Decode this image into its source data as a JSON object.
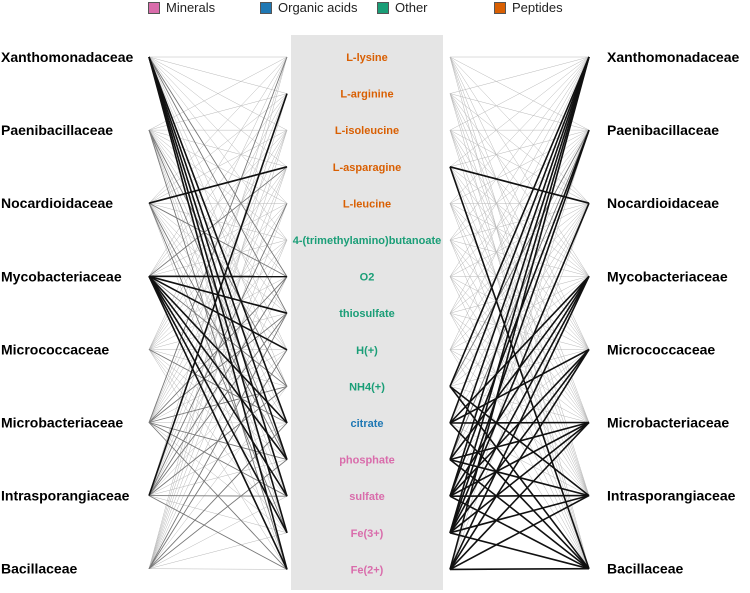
{
  "legend": [
    {
      "label": "Minerals",
      "color": "#d96cab"
    },
    {
      "label": "Organic acids",
      "color": "#1f78b4"
    },
    {
      "label": "Other",
      "color": "#1a9e77"
    },
    {
      "label": "Peptides",
      "color": "#d95f02"
    }
  ],
  "families": [
    "Xanthomonadaceae",
    "Paenibacillaceae",
    "Nocardioidaceae",
    "Mycobacteriaceae",
    "Micrococcaceae",
    "Microbacteriaceae",
    "Intrasporangiaceae",
    "Bacillaceae"
  ],
  "metabolites": [
    {
      "name": "L-lysine",
      "category": "Peptides"
    },
    {
      "name": "L-arginine",
      "category": "Peptides"
    },
    {
      "name": "L-isoleucine",
      "category": "Peptides"
    },
    {
      "name": "L-asparagine",
      "category": "Peptides"
    },
    {
      "name": "L-leucine",
      "category": "Peptides"
    },
    {
      "name": "4-(trimethylamino)butanoate",
      "category": "Other"
    },
    {
      "name": "O2",
      "category": "Other"
    },
    {
      "name": "thiosulfate",
      "category": "Other"
    },
    {
      "name": "H(+)",
      "category": "Other"
    },
    {
      "name": "NH4(+)",
      "category": "Other"
    },
    {
      "name": "citrate",
      "category": "Organic acids"
    },
    {
      "name": "phosphate",
      "category": "Minerals"
    },
    {
      "name": "sulfate",
      "category": "Minerals"
    },
    {
      "name": "Fe(3+)",
      "category": "Minerals"
    },
    {
      "name": "Fe(2+)",
      "category": "Minerals"
    }
  ],
  "panel_color": "#e5e5e5",
  "left_edges": [
    [
      0,
      0,
      1
    ],
    [
      0,
      1,
      1
    ],
    [
      0,
      2,
      1
    ],
    [
      0,
      3,
      1
    ],
    [
      0,
      4,
      1
    ],
    [
      0,
      5,
      1
    ],
    [
      0,
      6,
      2
    ],
    [
      0,
      7,
      2
    ],
    [
      0,
      8,
      1
    ],
    [
      0,
      9,
      1
    ],
    [
      0,
      10,
      3
    ],
    [
      0,
      11,
      3
    ],
    [
      0,
      12,
      3
    ],
    [
      0,
      13,
      3
    ],
    [
      0,
      14,
      3
    ],
    [
      1,
      0,
      1
    ],
    [
      1,
      1,
      1
    ],
    [
      1,
      2,
      1
    ],
    [
      1,
      3,
      1
    ],
    [
      1,
      4,
      1
    ],
    [
      1,
      5,
      1
    ],
    [
      1,
      6,
      1
    ],
    [
      1,
      7,
      1
    ],
    [
      1,
      8,
      1
    ],
    [
      1,
      9,
      2
    ],
    [
      1,
      10,
      1
    ],
    [
      1,
      11,
      2
    ],
    [
      1,
      12,
      1
    ],
    [
      1,
      13,
      1
    ],
    [
      1,
      14,
      2
    ],
    [
      2,
      0,
      1
    ],
    [
      2,
      1,
      1
    ],
    [
      2,
      2,
      1
    ],
    [
      2,
      3,
      3
    ],
    [
      2,
      4,
      1
    ],
    [
      2,
      5,
      1
    ],
    [
      2,
      6,
      2
    ],
    [
      2,
      7,
      1
    ],
    [
      2,
      8,
      1
    ],
    [
      2,
      9,
      1
    ],
    [
      2,
      10,
      1
    ],
    [
      2,
      11,
      2
    ],
    [
      2,
      12,
      1
    ],
    [
      2,
      13,
      2
    ],
    [
      2,
      14,
      1
    ],
    [
      3,
      0,
      1
    ],
    [
      3,
      1,
      1
    ],
    [
      3,
      2,
      1
    ],
    [
      3,
      3,
      2
    ],
    [
      3,
      4,
      1
    ],
    [
      3,
      5,
      1
    ],
    [
      3,
      6,
      3
    ],
    [
      3,
      7,
      3
    ],
    [
      3,
      8,
      3
    ],
    [
      3,
      9,
      2
    ],
    [
      3,
      10,
      3
    ],
    [
      3,
      11,
      3
    ],
    [
      3,
      12,
      3
    ],
    [
      3,
      13,
      3
    ],
    [
      3,
      14,
      3
    ],
    [
      4,
      0,
      1
    ],
    [
      4,
      1,
      1
    ],
    [
      4,
      2,
      1
    ],
    [
      4,
      3,
      1
    ],
    [
      4,
      4,
      1
    ],
    [
      4,
      5,
      1
    ],
    [
      4,
      6,
      1
    ],
    [
      4,
      7,
      1
    ],
    [
      4,
      8,
      1
    ],
    [
      4,
      9,
      1
    ],
    [
      4,
      10,
      2
    ],
    [
      4,
      11,
      1
    ],
    [
      4,
      12,
      1
    ],
    [
      4,
      13,
      1
    ],
    [
      4,
      14,
      1
    ],
    [
      5,
      0,
      2
    ],
    [
      5,
      1,
      1
    ],
    [
      5,
      2,
      1
    ],
    [
      5,
      3,
      1
    ],
    [
      5,
      4,
      1
    ],
    [
      5,
      5,
      1
    ],
    [
      5,
      6,
      2
    ],
    [
      5,
      7,
      2
    ],
    [
      5,
      8,
      1
    ],
    [
      5,
      9,
      2
    ],
    [
      5,
      10,
      1
    ],
    [
      5,
      11,
      2
    ],
    [
      5,
      12,
      2
    ],
    [
      5,
      13,
      1
    ],
    [
      5,
      14,
      2
    ],
    [
      6,
      0,
      1
    ],
    [
      6,
      1,
      3
    ],
    [
      6,
      2,
      1
    ],
    [
      6,
      3,
      1
    ],
    [
      6,
      4,
      2
    ],
    [
      6,
      5,
      1
    ],
    [
      6,
      6,
      2
    ],
    [
      6,
      7,
      2
    ],
    [
      6,
      8,
      1
    ],
    [
      6,
      9,
      2
    ],
    [
      6,
      10,
      1
    ],
    [
      6,
      11,
      1
    ],
    [
      6,
      12,
      2
    ],
    [
      6,
      13,
      1
    ],
    [
      6,
      14,
      2
    ],
    [
      7,
      0,
      1
    ],
    [
      7,
      1,
      1
    ],
    [
      7,
      2,
      1
    ],
    [
      7,
      3,
      1
    ],
    [
      7,
      4,
      1
    ],
    [
      7,
      5,
      1
    ],
    [
      7,
      6,
      1
    ],
    [
      7,
      7,
      2
    ],
    [
      7,
      8,
      2
    ],
    [
      7,
      9,
      1
    ],
    [
      7,
      10,
      2
    ],
    [
      7,
      11,
      2
    ],
    [
      7,
      12,
      1
    ],
    [
      7,
      13,
      1
    ],
    [
      7,
      14,
      1
    ]
  ],
  "right_edges": [
    [
      0,
      0,
      1
    ],
    [
      0,
      1,
      1
    ],
    [
      0,
      2,
      1
    ],
    [
      0,
      3,
      1
    ],
    [
      0,
      4,
      1
    ],
    [
      0,
      5,
      1
    ],
    [
      0,
      6,
      1
    ],
    [
      0,
      7,
      1
    ],
    [
      0,
      8,
      1
    ],
    [
      0,
      9,
      3
    ],
    [
      0,
      10,
      3
    ],
    [
      0,
      11,
      3
    ],
    [
      0,
      12,
      3
    ],
    [
      0,
      13,
      3
    ],
    [
      0,
      14,
      3
    ],
    [
      1,
      0,
      1
    ],
    [
      1,
      1,
      1
    ],
    [
      1,
      2,
      1
    ],
    [
      1,
      3,
      1
    ],
    [
      1,
      4,
      1
    ],
    [
      1,
      5,
      1
    ],
    [
      1,
      6,
      1
    ],
    [
      1,
      7,
      1
    ],
    [
      1,
      8,
      1
    ],
    [
      1,
      9,
      2
    ],
    [
      1,
      10,
      1
    ],
    [
      1,
      11,
      2
    ],
    [
      1,
      12,
      3
    ],
    [
      1,
      13,
      3
    ],
    [
      1,
      14,
      1
    ],
    [
      2,
      0,
      1
    ],
    [
      2,
      1,
      1
    ],
    [
      2,
      2,
      1
    ],
    [
      2,
      3,
      3
    ],
    [
      2,
      4,
      1
    ],
    [
      2,
      5,
      1
    ],
    [
      2,
      6,
      1
    ],
    [
      2,
      7,
      1
    ],
    [
      2,
      8,
      1
    ],
    [
      2,
      9,
      1
    ],
    [
      2,
      10,
      1
    ],
    [
      2,
      11,
      1
    ],
    [
      2,
      12,
      1
    ],
    [
      2,
      13,
      3
    ],
    [
      2,
      14,
      1
    ],
    [
      3,
      0,
      1
    ],
    [
      3,
      1,
      1
    ],
    [
      3,
      2,
      1
    ],
    [
      3,
      3,
      1
    ],
    [
      3,
      4,
      1
    ],
    [
      3,
      5,
      1
    ],
    [
      3,
      6,
      1
    ],
    [
      3,
      7,
      1
    ],
    [
      3,
      8,
      1
    ],
    [
      3,
      9,
      1
    ],
    [
      3,
      10,
      3
    ],
    [
      3,
      11,
      3
    ],
    [
      3,
      12,
      3
    ],
    [
      3,
      13,
      3
    ],
    [
      3,
      14,
      3
    ],
    [
      4,
      0,
      1
    ],
    [
      4,
      1,
      1
    ],
    [
      4,
      2,
      1
    ],
    [
      4,
      3,
      1
    ],
    [
      4,
      4,
      1
    ],
    [
      4,
      5,
      1
    ],
    [
      4,
      6,
      1
    ],
    [
      4,
      7,
      1
    ],
    [
      4,
      8,
      1
    ],
    [
      4,
      9,
      1
    ],
    [
      4,
      10,
      3
    ],
    [
      4,
      11,
      1
    ],
    [
      4,
      12,
      3
    ],
    [
      4,
      13,
      3
    ],
    [
      4,
      14,
      3
    ],
    [
      5,
      0,
      1
    ],
    [
      5,
      1,
      1
    ],
    [
      5,
      2,
      1
    ],
    [
      5,
      3,
      1
    ],
    [
      5,
      4,
      1
    ],
    [
      5,
      5,
      1
    ],
    [
      5,
      6,
      1
    ],
    [
      5,
      7,
      1
    ],
    [
      5,
      8,
      1
    ],
    [
      5,
      9,
      1
    ],
    [
      5,
      10,
      3
    ],
    [
      5,
      11,
      3
    ],
    [
      5,
      12,
      3
    ],
    [
      5,
      13,
      3
    ],
    [
      5,
      14,
      3
    ],
    [
      6,
      0,
      1
    ],
    [
      6,
      1,
      1
    ],
    [
      6,
      2,
      1
    ],
    [
      6,
      3,
      1
    ],
    [
      6,
      4,
      1
    ],
    [
      6,
      5,
      1
    ],
    [
      6,
      6,
      1
    ],
    [
      6,
      7,
      1
    ],
    [
      6,
      8,
      1
    ],
    [
      6,
      9,
      3
    ],
    [
      6,
      10,
      1
    ],
    [
      6,
      11,
      3
    ],
    [
      6,
      12,
      3
    ],
    [
      6,
      13,
      3
    ],
    [
      6,
      14,
      3
    ],
    [
      7,
      0,
      1
    ],
    [
      7,
      1,
      1
    ],
    [
      7,
      2,
      1
    ],
    [
      7,
      3,
      3
    ],
    [
      7,
      4,
      1
    ],
    [
      7,
      5,
      1
    ],
    [
      7,
      6,
      1
    ],
    [
      7,
      7,
      1
    ],
    [
      7,
      8,
      1
    ],
    [
      7,
      9,
      3
    ],
    [
      7,
      10,
      3
    ],
    [
      7,
      11,
      3
    ],
    [
      7,
      12,
      3
    ],
    [
      7,
      13,
      3
    ],
    [
      7,
      14,
      3
    ]
  ]
}
